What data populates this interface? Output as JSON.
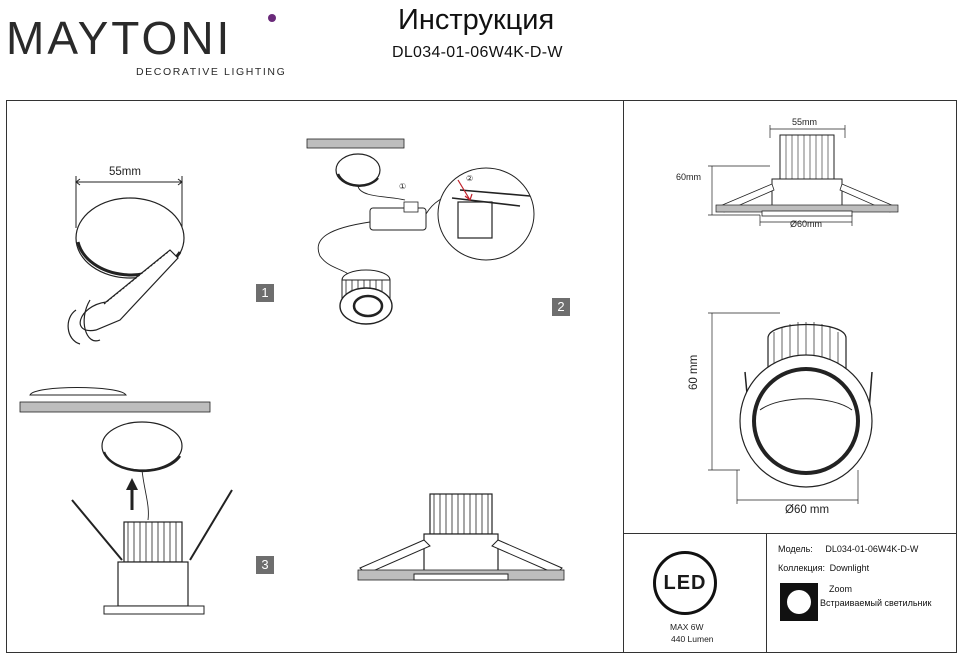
{
  "brand": {
    "logo": "MAYTONI",
    "tagline": "DECORATIVE LIGHTING"
  },
  "document": {
    "title": "Инструкция",
    "model_code": "DL034-01-06W4K-D-W"
  },
  "steps": {
    "step1": "1",
    "step2": "2",
    "step3": "3"
  },
  "callouts": {
    "c1": "①",
    "c2": "②"
  },
  "dimensions": {
    "cutout_width": "55mm",
    "side_width": "55mm",
    "side_height": "60mm",
    "side_diameter": "Ø60mm",
    "front_height": "60 mm",
    "front_diameter": "Ø60 mm"
  },
  "specs": {
    "led_badge": "LED",
    "max_power": "MAX 6W",
    "lumen": "440 Lumen"
  },
  "info": {
    "model_label": "Модель:",
    "model_value": "DL034-01-06W4K-D-W",
    "collection_label": "Коллекция:",
    "collection_value": "Downlight",
    "zoom_label": "Zoom",
    "type_value": "Встраиваемый светильник"
  },
  "colors": {
    "brand_dot": "#6a2a7a",
    "badge_grey": "#6e6e6e",
    "line": "#333333"
  }
}
